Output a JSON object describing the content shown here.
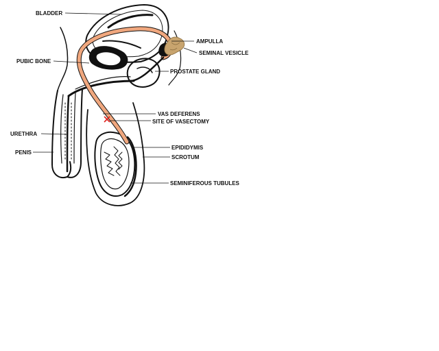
{
  "labels": {
    "bladder": "BLADDER",
    "ampulla": "AMPULLA",
    "seminal_vesicle": "SEMINAL VESICLE",
    "pubic_bone": "PUBIC BONE",
    "prostate_gland": "PROSTATE  GLAND",
    "vas_deferens": "VAS DEFERENS",
    "site_of_vasectomy": "SITE OF VASECTOMY",
    "urethra": "URETHRA",
    "epididymis": "EPIDIDYMIS",
    "penis": "PENIS",
    "scrotum": "SCROTUM",
    "seminiferous_tubules": "SEMINIFEROUS TUBULES"
  },
  "colors": {
    "vas_deferens": "#f0a77e",
    "seminal_vesicle": "#c8a46e",
    "vasectomy_mark": "#e0201b",
    "ink": "#111111"
  }
}
